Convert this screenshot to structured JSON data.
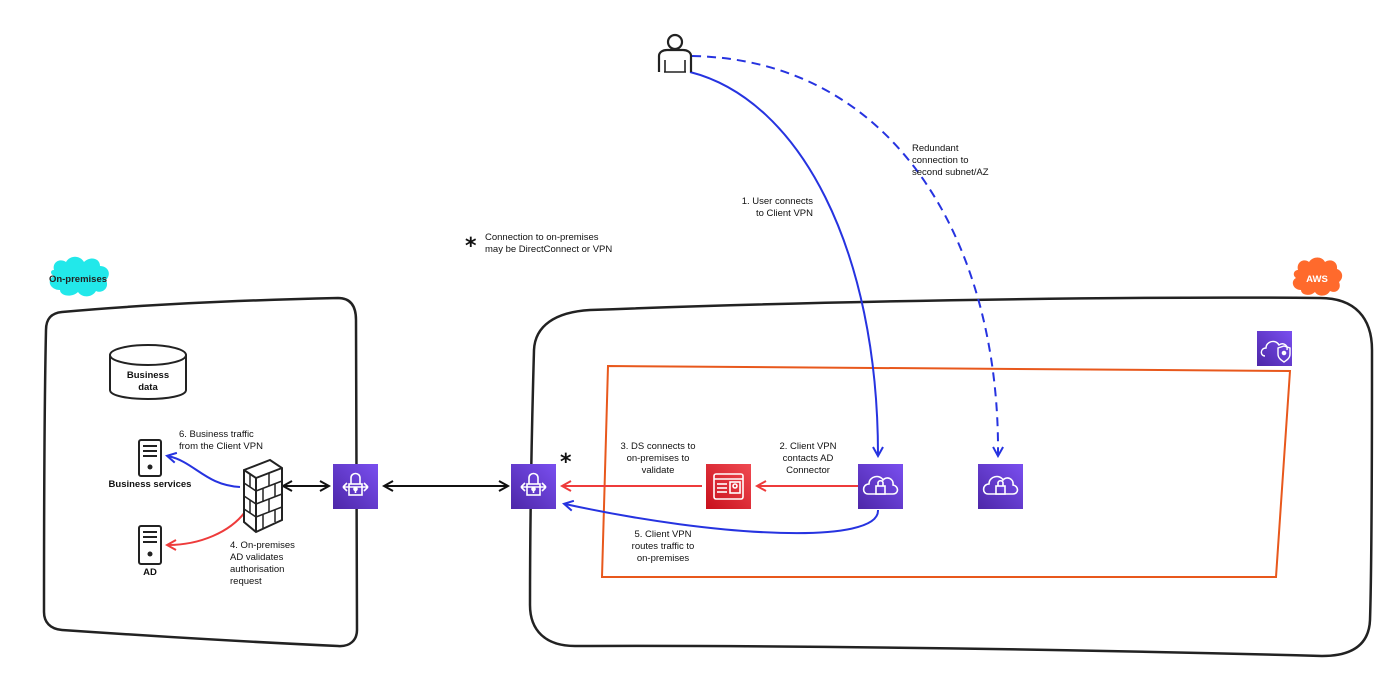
{
  "zones": {
    "onprem_tag": "On-premises",
    "aws_tag": "AWS"
  },
  "labels": {
    "business_data": "Business\ndata",
    "business_services": "Business services",
    "ad": "AD",
    "step1": "1. User connects\nto Client VPN",
    "step2": "2. Client VPN\ncontacts AD\nConnector",
    "step3": "3. DS connects to\non-premises to\nvalidate",
    "step4": "4. On-premises\nAD validates\nauthorisation\nrequest",
    "step5": "5. Client VPN\nroutes traffic to\non-premises",
    "step6": "6. Business traffic\nfrom the Client VPN",
    "redundant": "Redundant\nconnection to\nsecond subnet/AZ",
    "note": "Connection to on-premises\nmay be DirectConnect or VPN",
    "asterisk": "*"
  },
  "icons": {
    "user": "user-icon",
    "database": "database-icon",
    "server": "server-icon",
    "firewall": "firewall-icon",
    "vpn_gateway": "vpn-gateway-icon",
    "ad_connector": "ad-connector-icon",
    "client_vpn": "client-vpn-endpoint-icon",
    "vpc": "vpc-icon"
  },
  "colors": {
    "aws_purple": "#5b2fc9",
    "aws_red": "#dd2230",
    "blue_line": "#2633e0",
    "red_line": "#ee3b3b",
    "subnet_orange": "#e8581c",
    "onprem_cloud": "#22e8ea",
    "aws_cloud": "#ff6a2c"
  }
}
